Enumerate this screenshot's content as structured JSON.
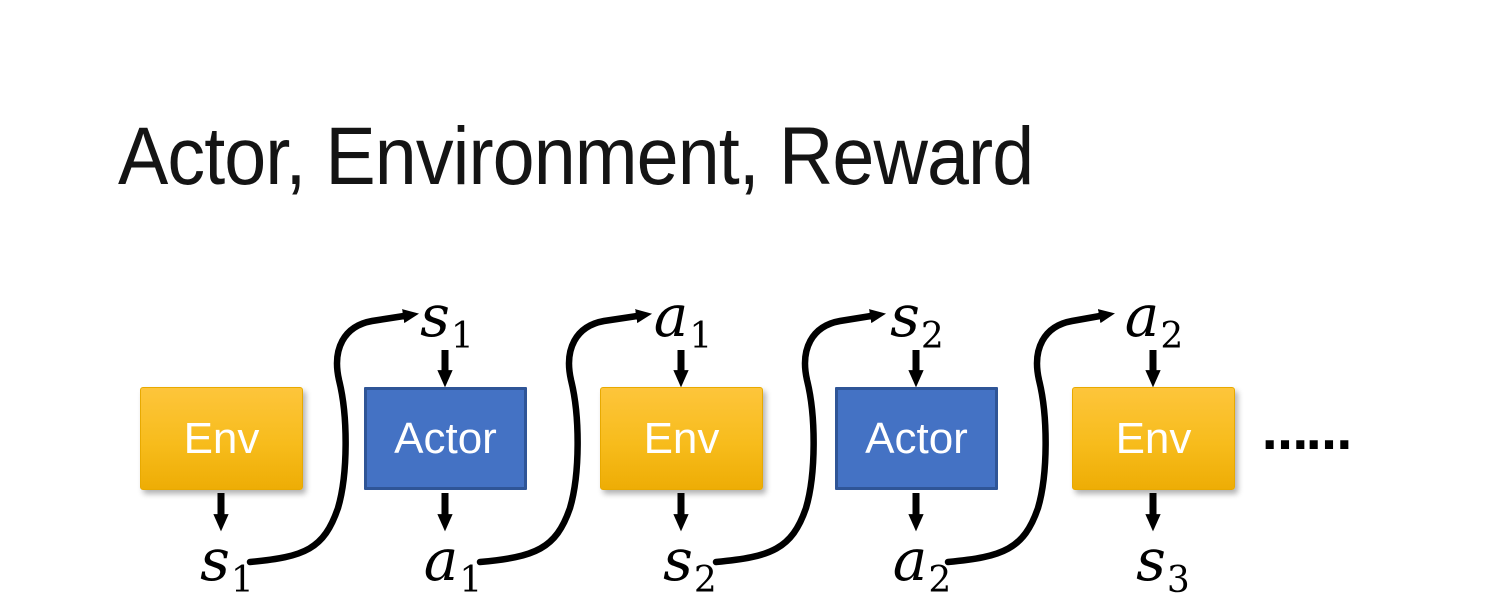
{
  "title": "Actor, Environment, Reward",
  "colors": {
    "env_top": "#FDC53B",
    "env_bottom": "#EEAD05",
    "env_border": "#E8A900",
    "actor_fill": "#4472C4",
    "actor_border": "#2F5597",
    "ink": "#141414",
    "arrow": "#000000"
  },
  "diagram": {
    "boxes": [
      {
        "label": "Env"
      },
      {
        "label": "Actor"
      },
      {
        "label": "Env"
      },
      {
        "label": "Actor"
      },
      {
        "label": "Env"
      }
    ],
    "top_labels": [
      {
        "base": "s",
        "sub": "1"
      },
      {
        "base": "a",
        "sub": "1"
      },
      {
        "base": "s",
        "sub": "2"
      },
      {
        "base": "a",
        "sub": "2"
      }
    ],
    "bottom_labels": [
      {
        "base": "s",
        "sub": "1"
      },
      {
        "base": "a",
        "sub": "1"
      },
      {
        "base": "s",
        "sub": "2"
      },
      {
        "base": "a",
        "sub": "2"
      },
      {
        "base": "s",
        "sub": "3"
      }
    ],
    "ellipsis": "……"
  }
}
